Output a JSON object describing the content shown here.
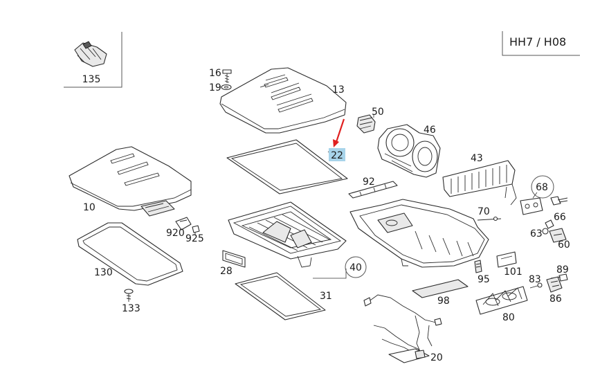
{
  "header": {
    "model_code": "HH7 / H08"
  },
  "highlight": {
    "label": "22",
    "box_color": "#a8d4ea",
    "arrow_color": "#e02020"
  },
  "callouts": {
    "c135": "135",
    "c16": "16",
    "c19": "19",
    "c13": "13",
    "c50": "50",
    "c46": "46",
    "c22": "22",
    "c43": "43",
    "c10": "10",
    "c92": "92",
    "c68": "68",
    "c70": "70",
    "c66": "66",
    "c920": "920",
    "c925": "925",
    "c63": "63",
    "c60": "60",
    "c130": "130",
    "c28": "28",
    "c40": "40",
    "c101": "101",
    "c89": "89",
    "c95": "95",
    "c83": "83",
    "c31": "31",
    "c98": "98",
    "c86": "86",
    "c133": "133",
    "c80": "80",
    "c20": "20"
  }
}
